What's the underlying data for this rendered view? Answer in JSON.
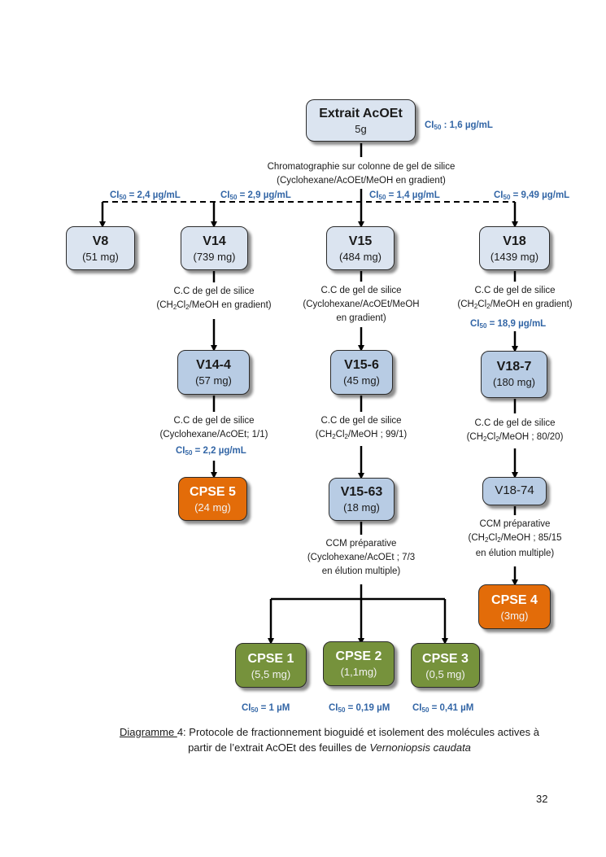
{
  "nodes": {
    "root": {
      "title": "Extrait AcOEt",
      "sub": "5g",
      "ci": "1,6 µg/mL",
      "ci_sep": " : "
    },
    "v8": {
      "title": "V8",
      "sub": "(51 mg)",
      "ci": "2,4 µg/mL"
    },
    "v14": {
      "title": "V14",
      "sub": "(739 mg)",
      "ci": "2,9 µg/mL"
    },
    "v15": {
      "title": "V15",
      "sub": "(484 mg)",
      "ci": "1,4 µg/mL"
    },
    "v18": {
      "title": "V18",
      "sub": "(1439 mg)",
      "ci": "9,49 µg/mL"
    },
    "v14_4": {
      "title": "V14-4",
      "sub": "(57 mg)"
    },
    "v15_6": {
      "title": "V15-6",
      "sub": "(45 mg)"
    },
    "v18_7": {
      "title": "V18-7",
      "sub": "(180 mg)"
    },
    "cpse5": {
      "title": "CPSE 5",
      "sub": "(24 mg)"
    },
    "v15_63": {
      "title": "V15-63",
      "sub": "(18 mg)"
    },
    "v18_74": {
      "title": "V18-74"
    },
    "cpse4": {
      "title": "CPSE 4",
      "sub": "(3mg)"
    },
    "cpse1": {
      "title": "CPSE 1",
      "sub": "(5,5 mg)",
      "ci": "1 µM"
    },
    "cpse2": {
      "title": "CPSE 2",
      "sub": "(1,1mg)",
      "ci": "0,19 µM"
    },
    "cpse3": {
      "title": "CPSE 3",
      "sub": "(0,5 mg)",
      "ci": "0,41 µM"
    }
  },
  "ci_prefix": "CI",
  "ci_subscript": "50",
  "ci_eq": " = ",
  "steps": {
    "main": {
      "line1": "Chromatographie sur colonne de gel de silice",
      "line2": "(Cyclohexane/AcOEt/MeOH en gradient)"
    },
    "v14": {
      "line1": "C.C de gel de silice",
      "line2_pre": "(CH",
      "line2_s1": "2",
      "line2_mid": "Cl",
      "line2_s2": "2",
      "line2_post": "/MeOH en gradient)"
    },
    "v15": {
      "line1": "C.C de gel de silice",
      "line2": "(Cyclohexane/AcOEt/MeOH",
      "line3": "en gradient)"
    },
    "v18": {
      "line1": "C.C de gel de silice",
      "line2_pre": "(CH",
      "line2_s1": "2",
      "line2_mid": "Cl",
      "line2_s2": "2",
      "line2_post": "/MeOH en gradient)",
      "ci": "18,9 µg/mL"
    },
    "v14_4": {
      "line1": "C.C de gel de silice",
      "line2": "(Cyclohexane/AcOEt; 1/1)",
      "ci": "2,2 µg/mL"
    },
    "v15_6": {
      "line1": "C.C de gel de silice",
      "line2_pre": "(CH",
      "line2_s1": "2",
      "line2_mid": "Cl",
      "line2_s2": "2",
      "line2_post": "/MeOH ; 99/1)"
    },
    "v18_7": {
      "line1": "C.C de gel de silice",
      "line2_pre": "(CH",
      "line2_s1": "2",
      "line2_mid": "Cl",
      "line2_s2": "2",
      "line2_post": "/MeOH ; 80/20)"
    },
    "v15_63": {
      "line1": "CCM préparative",
      "line2": "(Cyclohexane/AcOEt ; 7/3",
      "line3": "en élution multiple)"
    },
    "v18_74": {
      "line1": "CCM préparative",
      "line2_pre": "(CH",
      "line2_s1": "2",
      "line2_mid": "Cl",
      "line2_s2": "2",
      "line2_post": "/MeOH ; 85/15",
      "line3": "en élution multiple)"
    }
  },
  "caption": {
    "label": "Diagramme ",
    "number": "4",
    "text1": ": Protocole de fractionnement bioguidé et isolement des molécules actives à",
    "text2": "partir de l’extrait AcOEt des feuilles de ",
    "species": "Vernoniopsis caudata"
  },
  "page_number": "32",
  "colors": {
    "light_box": "#dbe4f0",
    "mid_box": "#b8cce4",
    "orange_box": "#e36c09",
    "green_box": "#76923c",
    "ci_text": "#3366a6"
  }
}
